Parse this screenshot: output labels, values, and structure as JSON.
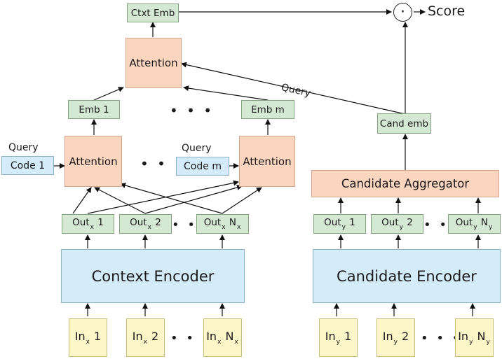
{
  "context": {
    "ctxt_emb": "Ctxt Emb",
    "attention_top": "Attention",
    "emb_1": "Emb 1",
    "emb_m": "Emb m",
    "query_1": "Query",
    "code_1": "Code 1",
    "attention_1": "Attention",
    "query_m": "Query",
    "code_m": "Code m",
    "attention_m": "Attention",
    "out_1": {
      "base": "Out",
      "sub": "x",
      "suffix": " 1"
    },
    "out_2": {
      "base": "Out",
      "sub": "x",
      "suffix": " 2"
    },
    "out_n": {
      "base": "Out",
      "sub": "x",
      "suffix": " N",
      "suffix_sub": "x"
    },
    "encoder": "Context Encoder",
    "in_1": {
      "base": "In",
      "sub": "x",
      "suffix": " 1"
    },
    "in_2": {
      "base": "In",
      "sub": "x",
      "suffix": " 2"
    },
    "in_n": {
      "base": "In",
      "sub": "x",
      "suffix": " N",
      "suffix_sub": "x"
    }
  },
  "candidate": {
    "cand_emb": "Cand emb",
    "aggregator": "Candidate Aggregator",
    "out_1": {
      "base": "Out",
      "sub": "y",
      "suffix": " 1"
    },
    "out_2": {
      "base": "Out",
      "sub": "y",
      "suffix": " 2"
    },
    "out_n": {
      "base": "Out",
      "sub": "y",
      "suffix": " N",
      "suffix_sub": "y"
    },
    "encoder": "Candidate Encoder",
    "in_1": {
      "base": "In",
      "sub": "y",
      "suffix": " 1"
    },
    "in_2": {
      "base": "In",
      "sub": "y",
      "suffix": " 2"
    },
    "in_n": {
      "base": "In",
      "sub": "y",
      "suffix": " N",
      "suffix_sub": "y"
    }
  },
  "query_label": "Query",
  "dot_symbol": "·",
  "score": "Score",
  "ellipsis": "• • •",
  "colors": {
    "green_box": "#d5e8d4",
    "peach_box": "#fcd5bf",
    "blue_box": "#d4ecfa",
    "yellow_box": "#fdf6c8"
  }
}
